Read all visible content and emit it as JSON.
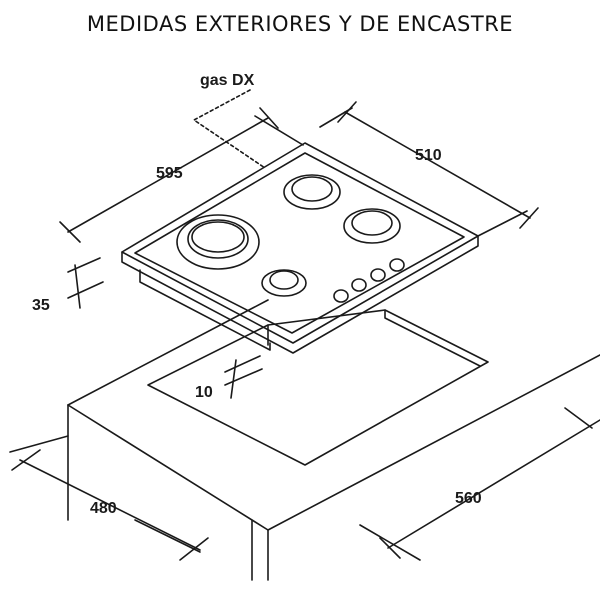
{
  "title": "MEDIDAS EXTERIORES Y DE ENCASTRE",
  "labels": {
    "gas": "gas DX",
    "width_total": "595",
    "depth_total": "510",
    "height": "35",
    "edge": "10",
    "cut_depth": "480",
    "cut_width": "560"
  },
  "colors": {
    "line": "#1a1a1a",
    "background": "#ffffff"
  }
}
